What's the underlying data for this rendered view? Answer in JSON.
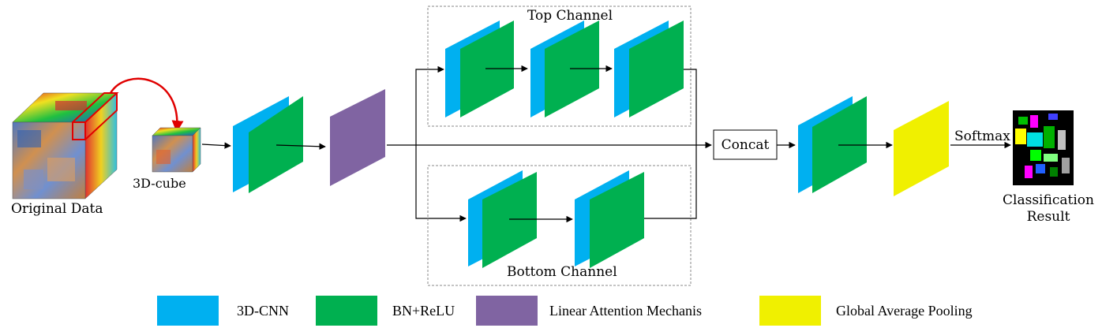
{
  "labels": {
    "original_data": "Original Data",
    "cube": "3D-cube",
    "top_channel": "Top Channel",
    "bottom_channel": "Bottom Channel",
    "concat": "Concat",
    "softmax": "Softmax",
    "result_line1": "Classification",
    "result_line2": "Result"
  },
  "legend": [
    {
      "label": "3D-CNN",
      "color": "#00b0f0"
    },
    {
      "label": "BN+ReLU",
      "color": "#00b050"
    },
    {
      "label": "Linear Attention Mechanis",
      "color": "#8064a2"
    },
    {
      "label": "Global Average Pooling",
      "color": "#f0f000"
    }
  ],
  "colors": {
    "cnn": "#00b0f0",
    "bnrelu": "#00b050",
    "attention": "#8064a2",
    "gap": "#f0f000",
    "highlight": "#e00000"
  }
}
